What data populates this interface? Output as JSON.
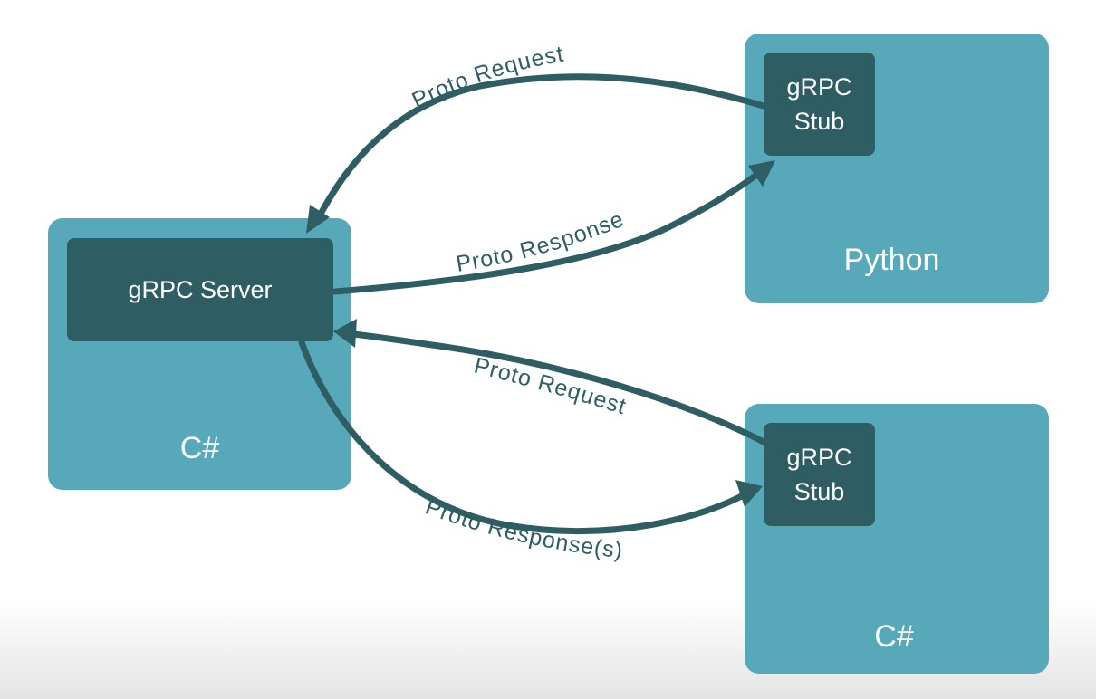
{
  "diagram": {
    "left_box": {
      "language": "C#",
      "component": "gRPC Server"
    },
    "top_right_box": {
      "language": "Python",
      "component": "gRPC\nStub"
    },
    "bottom_right_box": {
      "language": "C#",
      "component": "gRPC\nStub"
    },
    "arrows": {
      "python_request": "Proto Request",
      "python_response": "Proto Response",
      "csharp_request": "Proto Request",
      "csharp_responses": "Proto Response(s)"
    },
    "colors": {
      "outer_box": "#57a8b9",
      "inner_block": "#2e5d63",
      "arrow": "#2e5d63",
      "text_light": "#ffffff"
    }
  }
}
